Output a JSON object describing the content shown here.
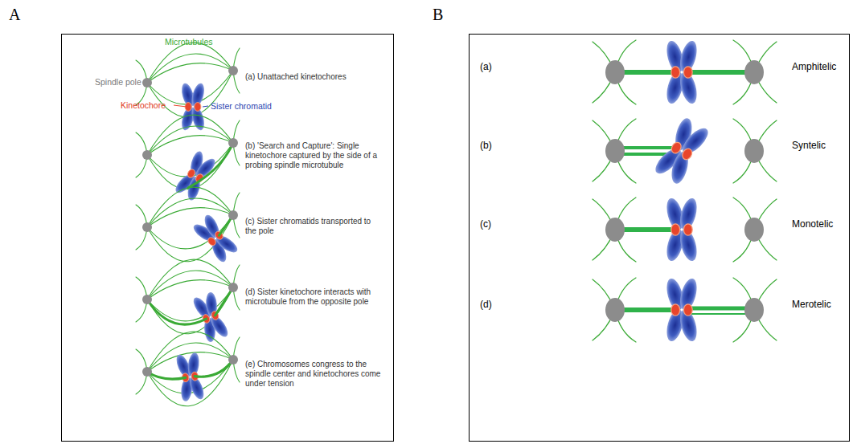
{
  "diagram": {
    "nodes": [
      {
        "text": [
          "A"
        ]
      },
      {
        "text": [
          "B"
        ]
      }
    ],
    "labels": [
      "Microtubules",
      "Spindle pole",
      "Kinetochore",
      "Sister chromatid",
      "(a) Unattached kinetochores",
      "(b) 'Search and Capture': Single kinetochore captured by the side of a probing spindle microtubule",
      "(c) Sister chromatids transported to the pole",
      "(d) Sister kinetochore interacts with microtubule from the opposite pole",
      "(e) Chromosomes congress to the spindle center and kinetochores come under tension",
      "(a)",
      "Amphitelic",
      "(b)",
      "Syntelic",
      "(c)",
      "Monotelic",
      "(d)",
      "Merotelic"
    ]
  }
}
